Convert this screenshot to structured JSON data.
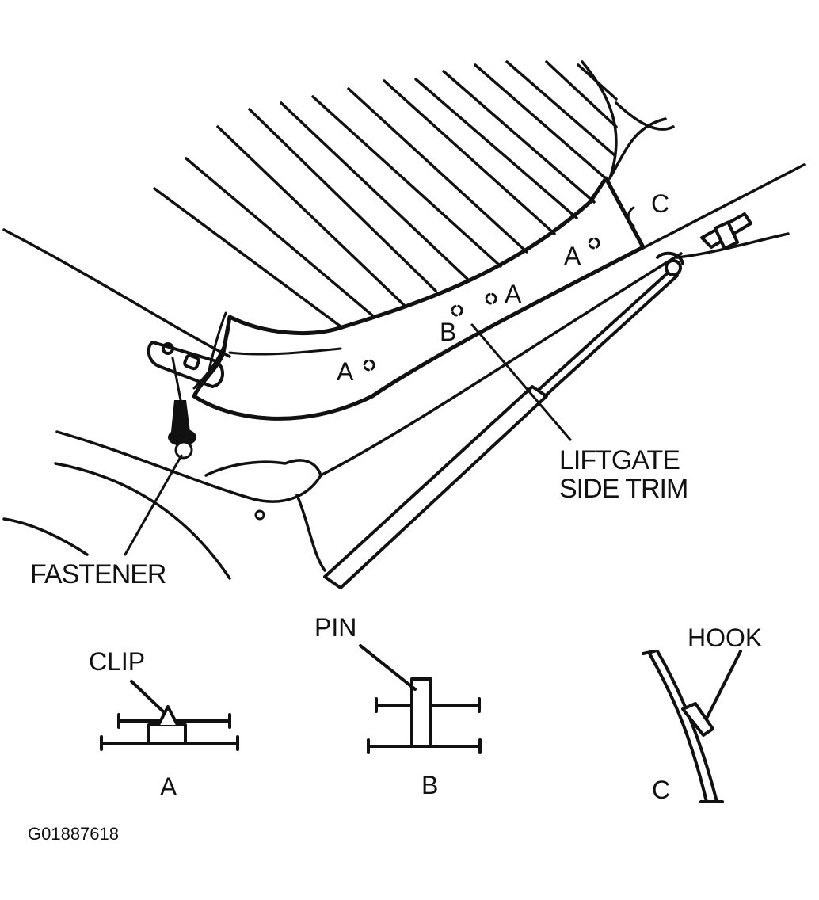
{
  "callouts": {
    "liftgate_side_trim_line1": "LIFTGATE",
    "liftgate_side_trim_line2": "SIDE TRIM",
    "fastener": "FASTENER"
  },
  "main_view_markers": {
    "a1": "A",
    "a2": "A",
    "a3": "A",
    "b": "B",
    "c_top": "C"
  },
  "details": {
    "a": {
      "part_label": "CLIP",
      "caption": "A"
    },
    "b": {
      "part_label": "PIN",
      "caption": "B"
    },
    "c": {
      "part_label": "HOOK",
      "caption": "C"
    }
  },
  "figure_id": "G01887618"
}
